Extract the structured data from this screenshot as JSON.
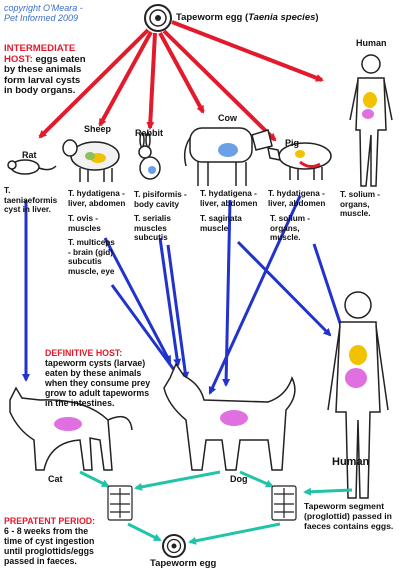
{
  "copyright": {
    "line1": "copyright O'Meara -",
    "line2": "Pet Informed 2009"
  },
  "egg_top": {
    "prefix": "Tapeworm egg (",
    "species": "Taenia species",
    "suffix": ")"
  },
  "intermediate": {
    "heading": "INTERMEDIATE HOST:",
    "text": "eggs eaten by these animals form larval cysts in body organs."
  },
  "definitive": {
    "heading": "DEFINITIVE HOST:",
    "text": "tapeworm cysts (larvae) eaten by these animals when they consume prey grow to adult tapeworms in the intestines."
  },
  "prepatent": {
    "heading": "PREPATENT PERIOD:",
    "text": "6 - 8 weeks from the time of cyst ingestion until proglottids/eggs passed in faeces."
  },
  "animals": {
    "rat": "Rat",
    "sheep": "Sheep",
    "rabbit": "Rabbit",
    "cow": "Cow",
    "pig": "Pig",
    "human_top": "Human",
    "cat": "Cat",
    "dog": "Dog",
    "human_bottom": "Human"
  },
  "species_labels": {
    "rat": "T. taeniaeformis cyst in liver.",
    "sheep_1": "T. hydatigena - liver, abdomen",
    "sheep_2": "T. ovis - muscles",
    "sheep_3": "T. multiceps - brain (gid) subcutis muscle, eye",
    "rabbit_1": "T. pisiformis - body cavity",
    "rabbit_2": "T. serialis muscles subcutis",
    "cow_1": "T. hydatigena - liver, abdomen",
    "cow_2": "T. saginata muscle",
    "pig_1": "T. hydatigena - liver, abdomen",
    "pig_2": "T. solium - organs, muscle.",
    "human": "T. solium - organs, muscle."
  },
  "segment": "Tapeworm segment (proglottid) passed in faeces contains eggs.",
  "egg_bottom": "Tapeworm egg",
  "colors": {
    "red_arrow": "#e21a2c",
    "blue_arrow": "#2233cc",
    "teal_arrow": "#22c4a8",
    "organ": "#e070e0"
  }
}
